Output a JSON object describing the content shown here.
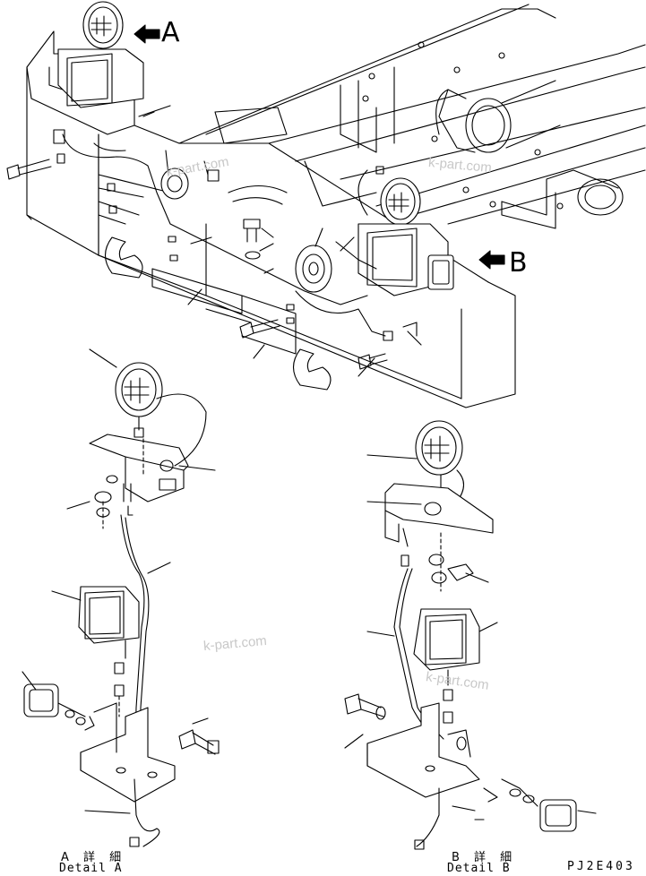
{
  "diagram": {
    "callouts": {
      "a": "A",
      "b": "B"
    },
    "detail_a": {
      "jp": "A 詳 細",
      "en": "Detail A"
    },
    "detail_b": {
      "jp": "B 詳 細",
      "en": "Detail B"
    },
    "drawing_code": "PJ2E403",
    "watermark": "k-part.com"
  },
  "colors": {
    "line": "#000000",
    "watermark": "#c8c8c8",
    "background": "#ffffff"
  }
}
